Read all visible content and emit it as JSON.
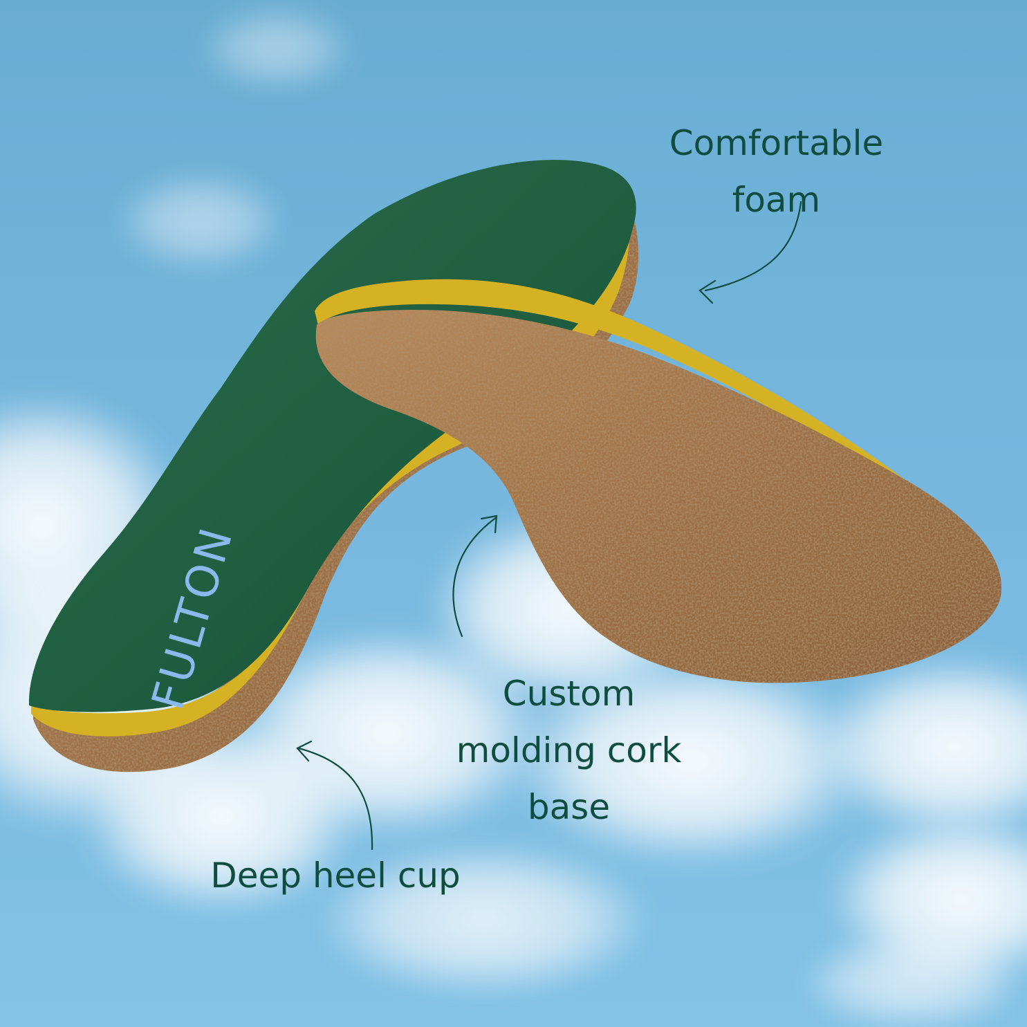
{
  "image": {
    "description_alt": "Fulton insole floating in the sky with feature callouts"
  },
  "brand": {
    "logo_text": "FULTON"
  },
  "callouts": {
    "foam": {
      "line1": "Comfortable",
      "line2": "foam"
    },
    "cork": {
      "line1": "Custom",
      "line2": "molding cork",
      "line3": "base"
    },
    "heel": {
      "line1": "Deep heel cup"
    }
  },
  "colors": {
    "sky": "#77b7de",
    "label_text": "#0e4d40",
    "insole_top": "#1f5e40",
    "foam_edge": "#d4b224",
    "cork": "#a3754a",
    "logo": "#8ab9ec"
  }
}
